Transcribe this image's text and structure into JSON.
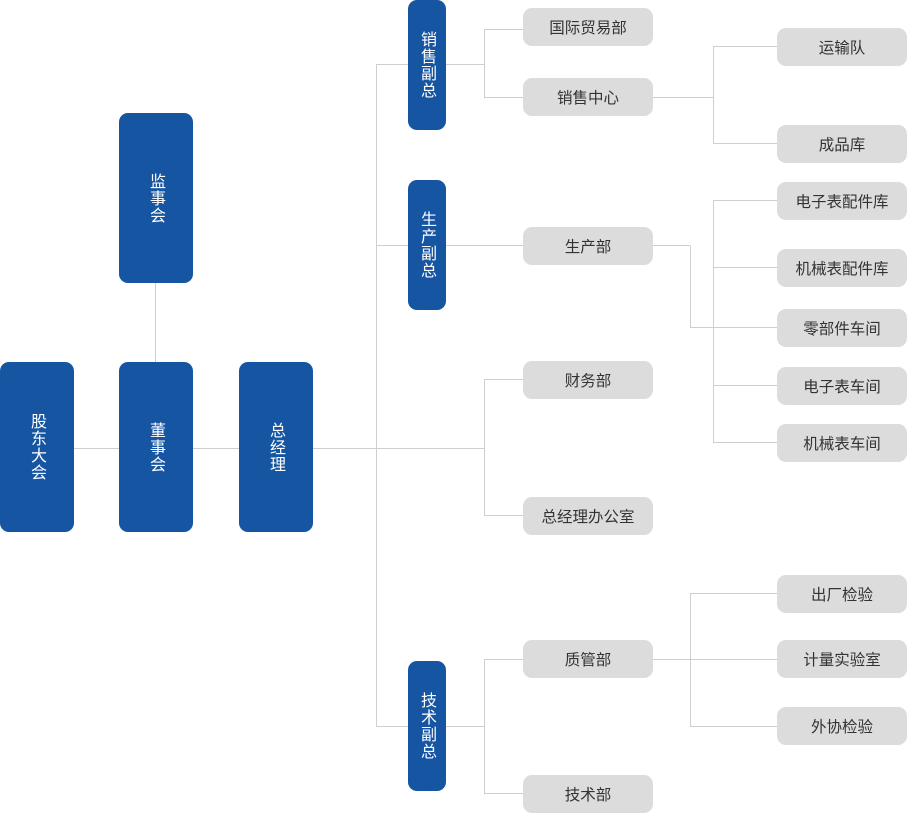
{
  "colors": {
    "primary_box": "#1655a2",
    "secondary_box": "#dcdcdc",
    "connector_line": "#cfcfcf",
    "primary_text": "#ffffff",
    "secondary_text": "#333333"
  },
  "org_chart": {
    "shareholders": "股东大会",
    "supervisors": "监事会",
    "board": "董事会",
    "general_manager": "总经理",
    "vp_sales": {
      "title": "销售副总",
      "departments": {
        "intl_trade": "国际贸易部",
        "sales_center": {
          "name": "销售中心",
          "units": {
            "fleet": "运输队",
            "finished_goods": "成品库"
          }
        }
      }
    },
    "vp_production": {
      "title": "生产副总",
      "departments": {
        "production": {
          "name": "生产部",
          "units": {
            "electronic_parts_store": "电子表配件库",
            "mechanical_parts_store": "机械表配件库",
            "parts_workshop": "零部件车间",
            "electronic_workshop": "电子表车间",
            "mechanical_workshop": "机械表车间"
          }
        }
      }
    },
    "finance": "财务部",
    "gm_office": "总经理办公室",
    "vp_technology": {
      "title": "技术副总",
      "departments": {
        "quality": {
          "name": "质管部",
          "units": {
            "factory_inspection": "出厂检验",
            "metrology_lab": "计量实验室",
            "outsourcing_inspection": "外协检验"
          }
        },
        "technology": "技术部"
      }
    }
  }
}
